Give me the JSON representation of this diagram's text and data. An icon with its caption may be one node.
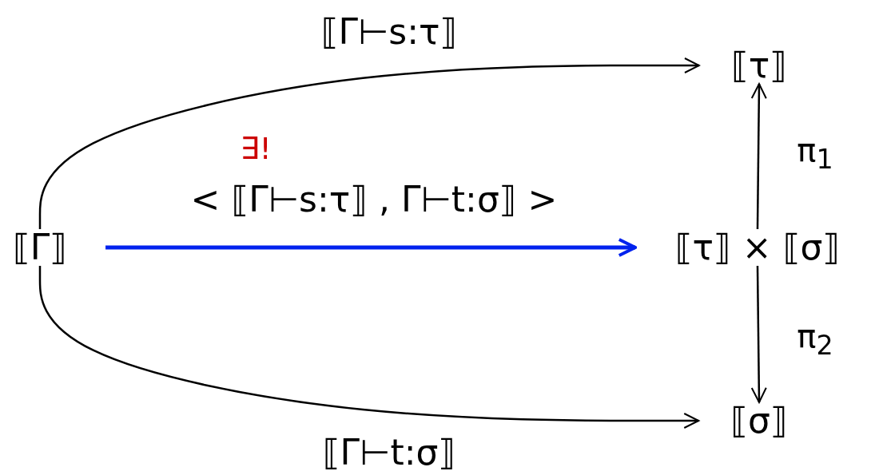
{
  "diagram": {
    "nodes": [
      {
        "text": [
          "⟦Γ⟧"
        ]
      },
      {
        "text": [
          "⟦τ⟧"
        ]
      },
      {
        "text": [
          "⟦τ⟧ × ⟦σ⟧"
        ]
      },
      {
        "text": [
          "⟦σ⟧"
        ]
      }
    ],
    "edges": [
      {
        "from": 0,
        "to": 1,
        "arrow": "to",
        "label": "⟦Γ⊢s:τ⟧"
      },
      {
        "from": 0,
        "to": 2,
        "arrow": "to",
        "label": "< ⟦Γ⊢s:τ⟧ , Γ⊢t:σ⟧ >",
        "style": "thick",
        "color": "#0022ee"
      },
      {
        "from": 2,
        "to": 1,
        "arrow": "to",
        "label": "π$_{1}$"
      },
      {
        "from": 2,
        "to": 3,
        "arrow": "to",
        "label": "π$_{2}$"
      },
      {
        "from": 0,
        "to": 3,
        "arrow": "to",
        "label": "⟦Γ⊢t:σ⟧"
      }
    ],
    "labels": [
      "∃!"
    ]
  }
}
